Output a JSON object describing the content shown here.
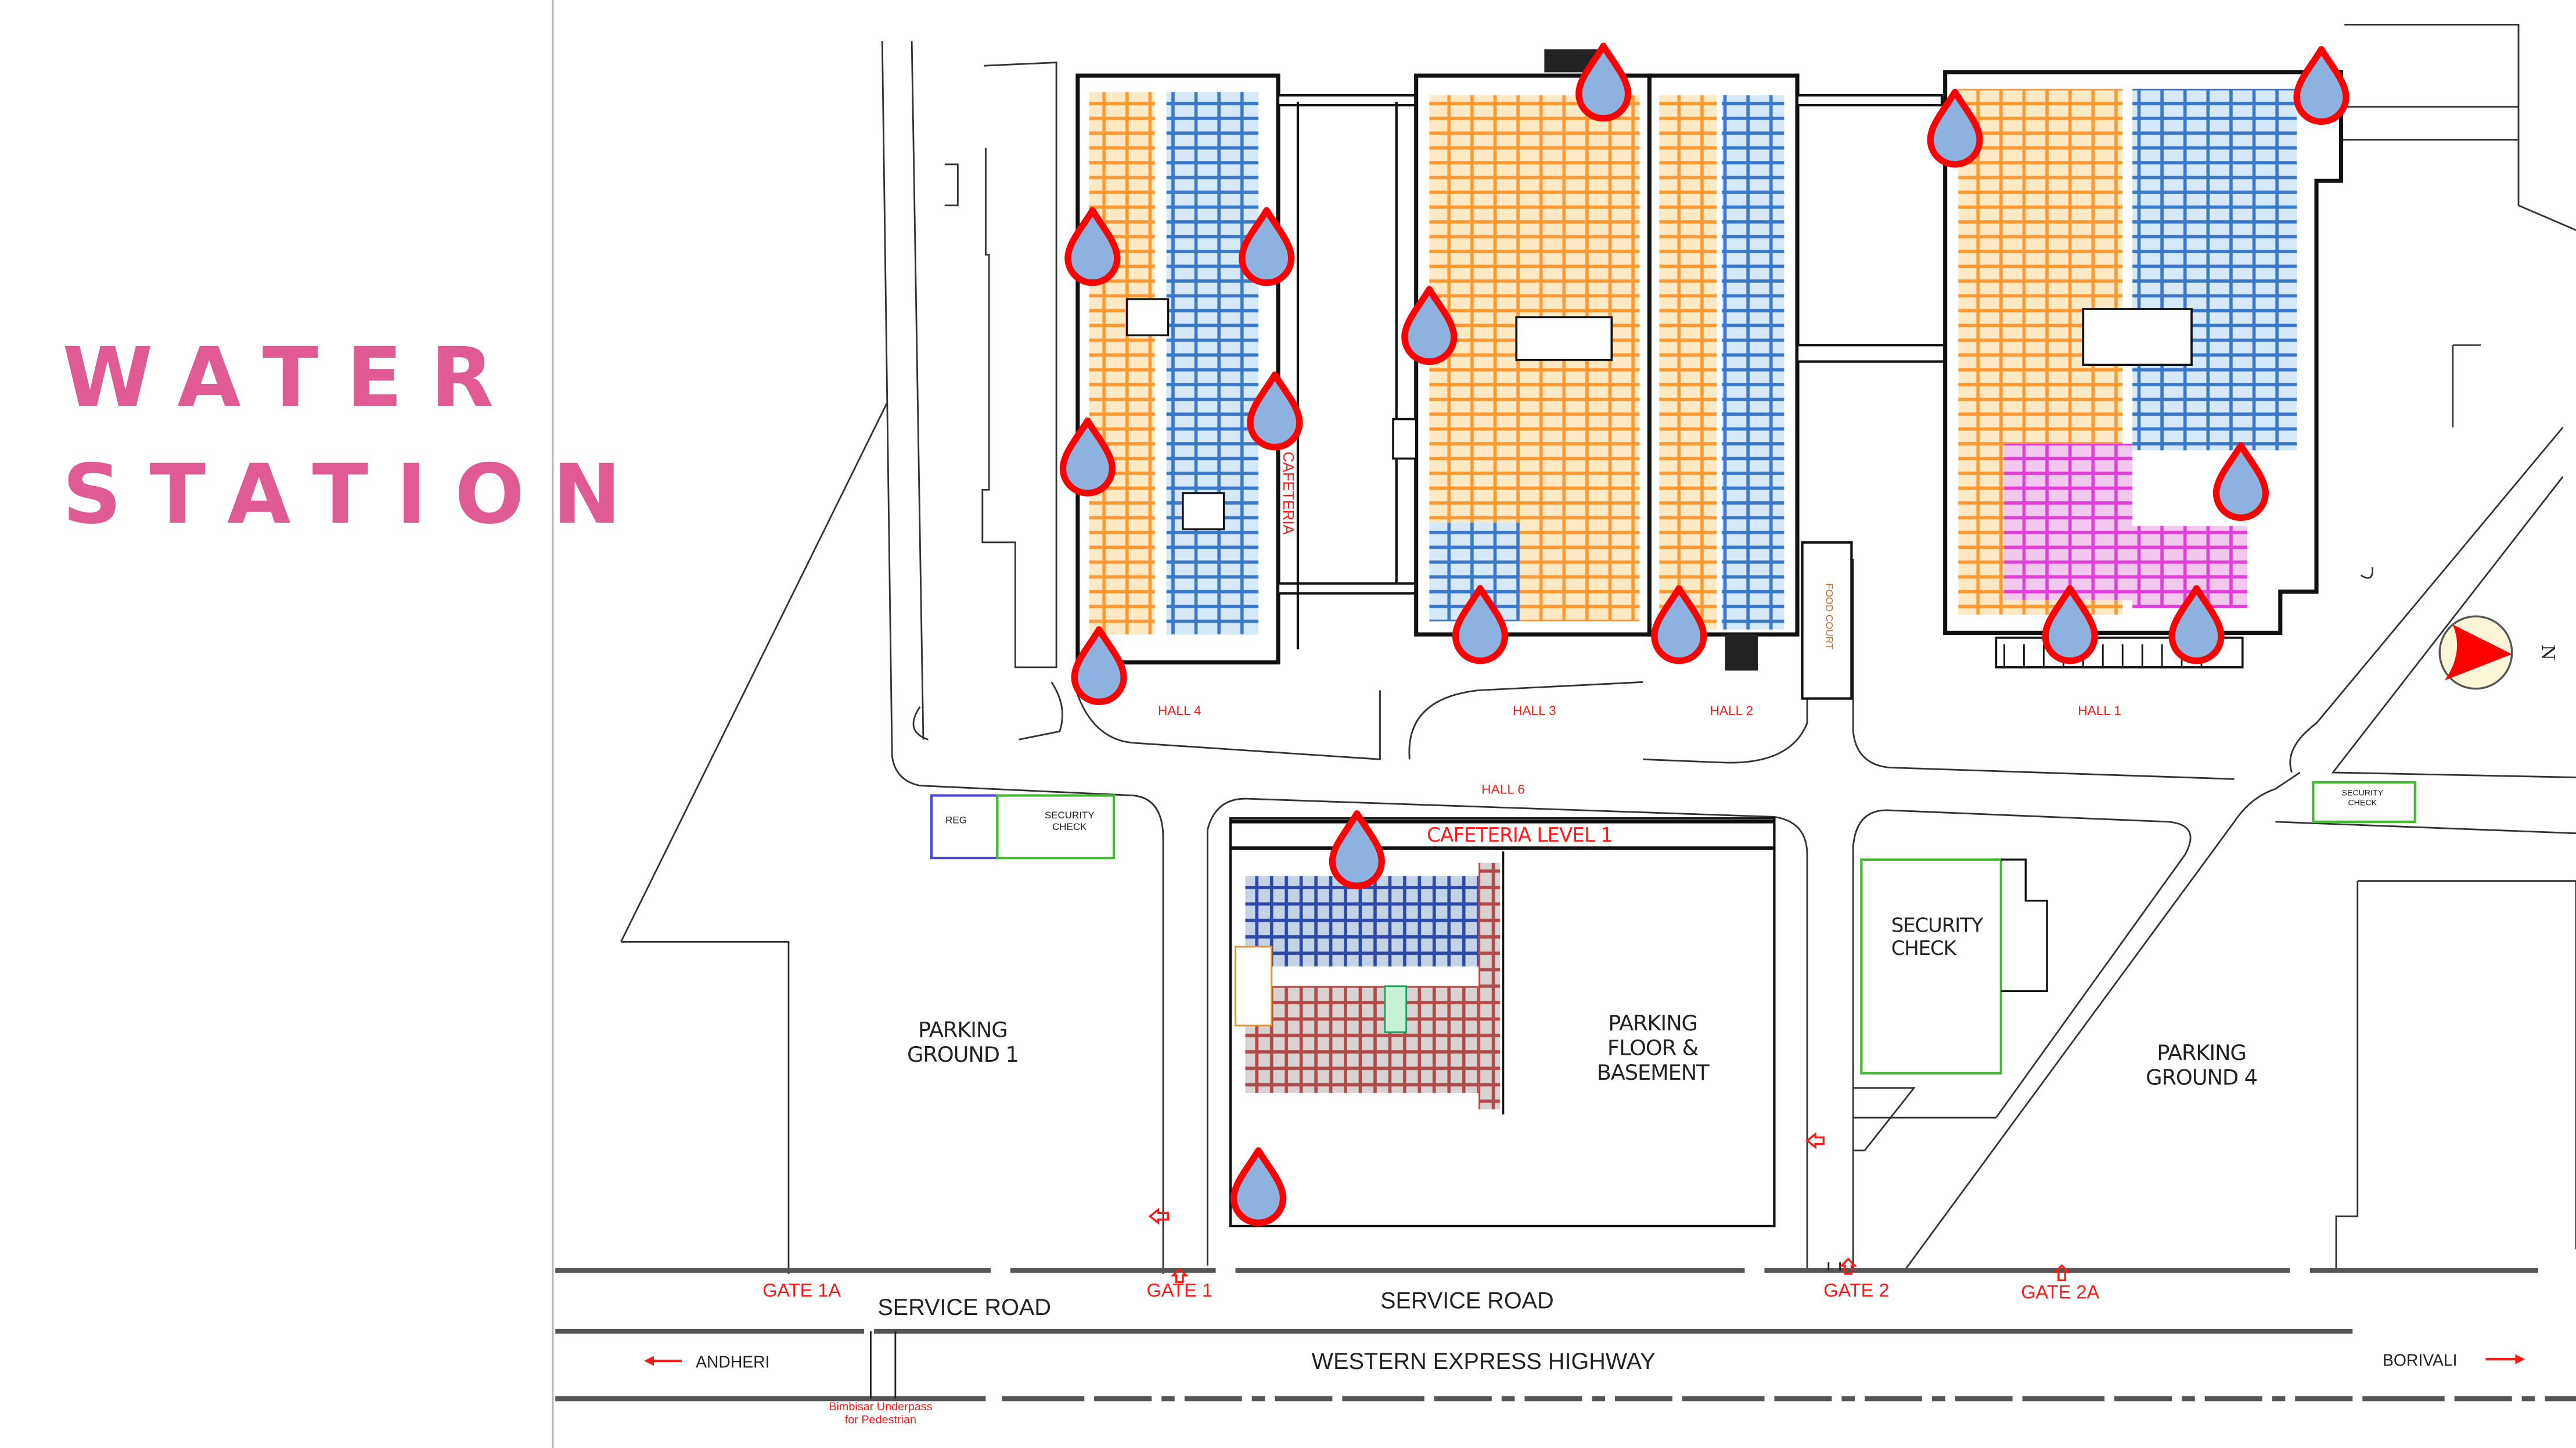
{
  "page_title": {
    "line1": "WATER",
    "line2": "STATION"
  },
  "colors": {
    "title": "#e05a94",
    "water_drop_fill": "#8eb2e0",
    "water_drop_outline": "#ff0000",
    "label_red": "#ff1a1a",
    "booth_orange": "#ff9933",
    "booth_blue": "#3a78c9",
    "booth_magenta": "#e040d8",
    "booth_maroon": "#b24a4a",
    "security_green": "#44bb33",
    "reg_blue": "#4a4ad0"
  },
  "halls": [
    {
      "id": "hall-4",
      "label": "HALL 4"
    },
    {
      "id": "hall-3",
      "label": "HALL 3"
    },
    {
      "id": "hall-2",
      "label": "HALL 2"
    },
    {
      "id": "hall-1",
      "label": "HALL 1"
    },
    {
      "id": "hall-6",
      "label": "HALL 6"
    }
  ],
  "inner_labels": {
    "cafeteria_vertical": "CAFETERIA",
    "food_court": "FOOD COURT",
    "cafeteria_level_1": "CAFETERIA LEVEL 1"
  },
  "facilities": {
    "reg": "REG",
    "security_check_left": [
      "SECURITY",
      "CHECK"
    ],
    "security_check_center": [
      "SECURITY",
      "CHECK"
    ],
    "security_check_right": [
      "SECURITY",
      "CHECK"
    ]
  },
  "parking": {
    "ground_1": [
      "PARKING",
      "GROUND 1"
    ],
    "floor_basement": [
      "PARKING",
      "FLOOR &",
      "BASEMENT"
    ],
    "ground_4": [
      "PARKING",
      "GROUND 4"
    ]
  },
  "gates": [
    {
      "id": "gate-1a",
      "label": "GATE 1A"
    },
    {
      "id": "gate-1",
      "label": "GATE 1"
    },
    {
      "id": "gate-2",
      "label": "GATE 2"
    },
    {
      "id": "gate-2a",
      "label": "GATE 2A"
    }
  ],
  "roads": {
    "service_road_left": "SERVICE ROAD",
    "service_road_center": "SERVICE ROAD",
    "highway": "WESTERN EXPRESS HIGHWAY",
    "direction_left": "ANDHERI",
    "direction_right": "BORIVALI",
    "underpass": [
      "Bimbisar Underpass",
      "for Pedestrian"
    ]
  },
  "compass": {
    "label": "N",
    "icon": "north-arrow-icon"
  },
  "water_stations": {
    "icon": "water-drop-icon",
    "count": 16,
    "locations": [
      {
        "area": "HALL 4"
      },
      {
        "area": "HALL 4"
      },
      {
        "area": "HALL 4"
      },
      {
        "area": "HALL 4"
      },
      {
        "area": "HALL 4"
      },
      {
        "area": "HALL 3"
      },
      {
        "area": "HALL 3"
      },
      {
        "area": "HALL 3"
      },
      {
        "area": "HALL 2"
      },
      {
        "area": "HALL 1"
      },
      {
        "area": "HALL 1"
      },
      {
        "area": "HALL 1"
      },
      {
        "area": "HALL 1"
      },
      {
        "area": "HALL 1"
      },
      {
        "area": "CAFETERIA LEVEL 1"
      },
      {
        "area": "CAFETERIA LEVEL 1"
      }
    ]
  }
}
